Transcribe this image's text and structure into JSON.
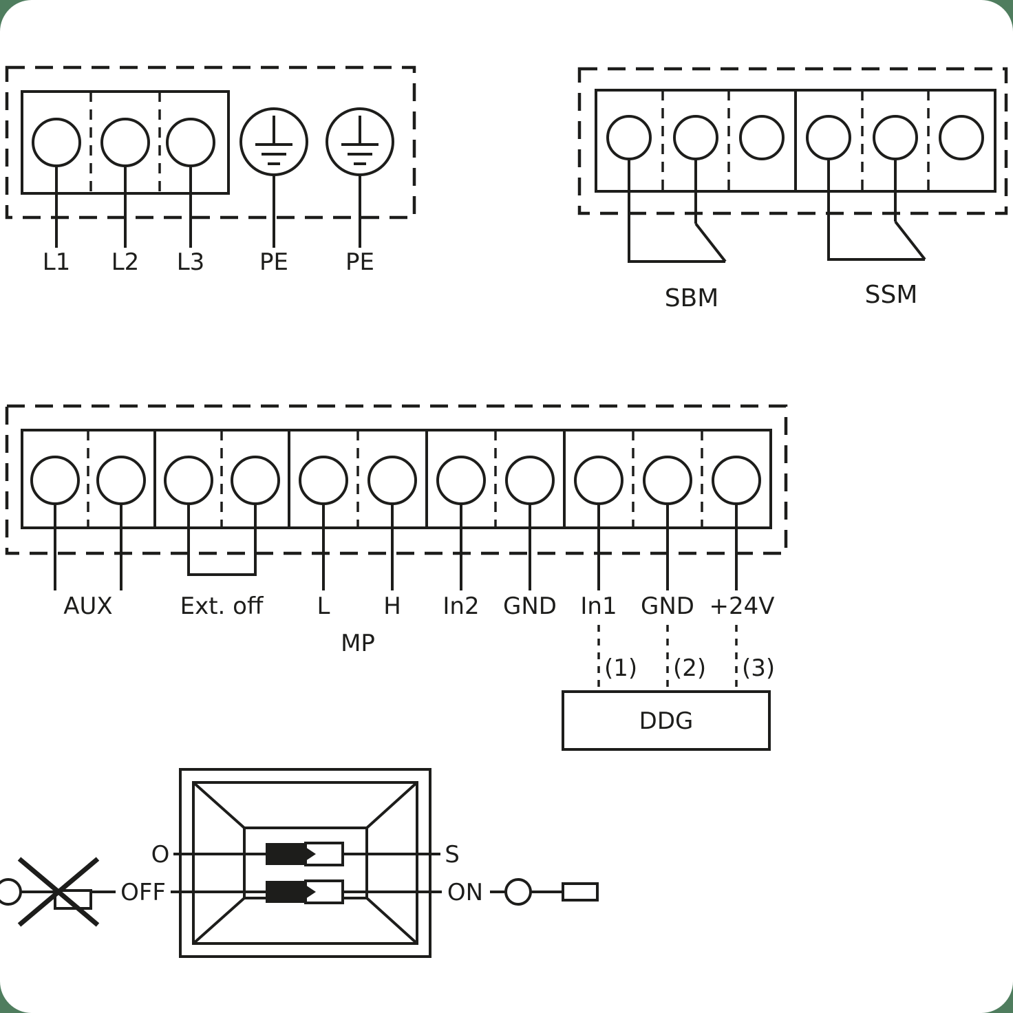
{
  "colors": {
    "page_background": "#4f7d5e",
    "canvas": "#ffffff",
    "line": "#1d1d1b",
    "text": "#1d1d1b"
  },
  "power_block": {
    "terminal_labels": [
      "L1",
      "L2",
      "L3"
    ],
    "earth_labels": [
      "PE",
      "PE"
    ]
  },
  "relay_block": {
    "sbm_label": "SBM",
    "ssm_label": "SSM"
  },
  "control_block": {
    "labels": {
      "aux": "AUX",
      "ext_off": "Ext. off",
      "l": "L",
      "h": "H",
      "in2": "In2",
      "gnd1": "GND",
      "in1": "In1",
      "gnd2": "GND",
      "v24": "+24V",
      "mp": "MP"
    }
  },
  "ddg_block": {
    "pin_labels": [
      "(1)",
      "(2)",
      "(3)"
    ],
    "label": "DDG"
  },
  "dip_switch": {
    "top_left": "O",
    "top_right": "S",
    "bottom_left": "OFF",
    "bottom_right": "ON"
  }
}
